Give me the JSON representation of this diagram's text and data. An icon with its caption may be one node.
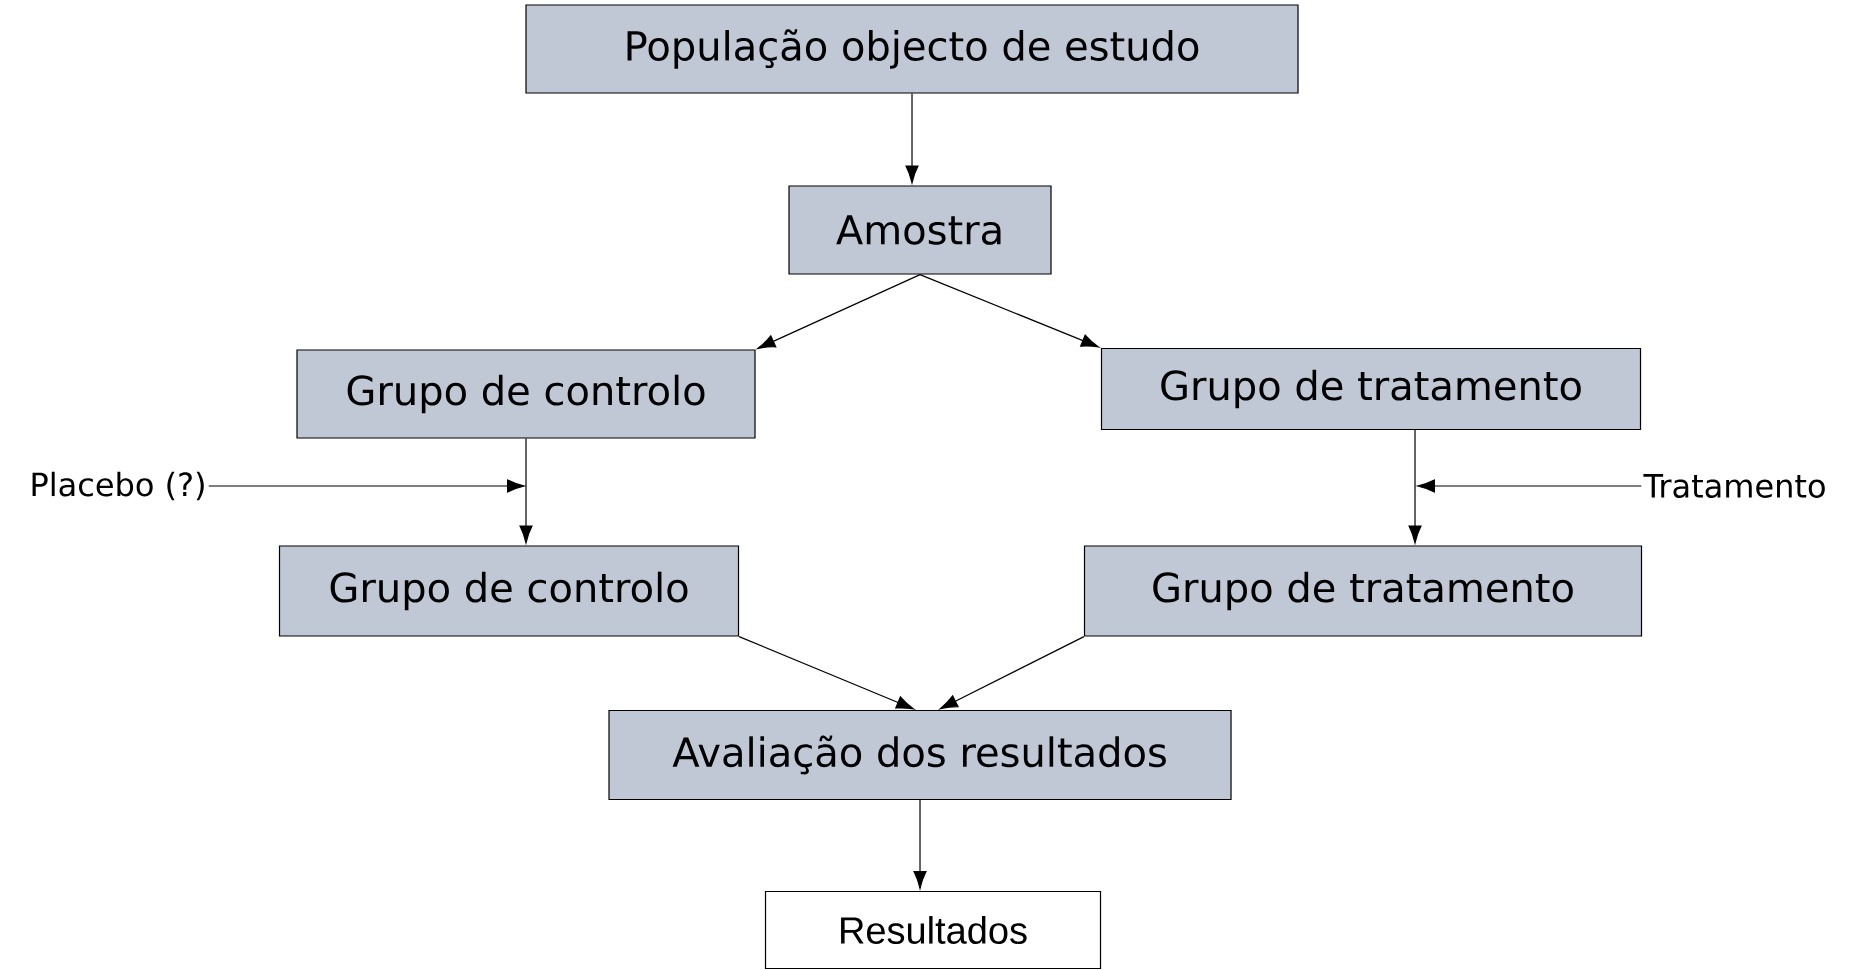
{
  "diagram": {
    "nodes": [
      {
        "text": [
          "População objecto de estudo"
        ]
      },
      {
        "text": [
          "Amostra"
        ]
      },
      {
        "text": [
          "Grupo de controlo"
        ]
      },
      {
        "text": [
          "Grupo de tratamento"
        ]
      },
      {
        "text": [
          "Placebo (?)"
        ]
      },
      {
        "text": [
          "Tratamento"
        ]
      },
      {
        "text": [
          "Grupo de controlo"
        ]
      },
      {
        "text": [
          "Grupo de tratamento"
        ]
      },
      {
        "text": [
          "Avaliação dos resultados"
        ]
      },
      {
        "text": [
          "Resultados"
        ]
      }
    ],
    "edges": [
      {
        "from": 0,
        "to": 1,
        "arrow": "to"
      },
      {
        "from": 1,
        "to": 2,
        "arrow": "to"
      },
      {
        "from": 1,
        "to": 3,
        "arrow": "to"
      },
      {
        "from": 2,
        "to": 6,
        "arrow": "to"
      },
      {
        "from": 3,
        "to": 7,
        "arrow": "to"
      },
      {
        "from": 4,
        "to": null,
        "arrow": "to"
      },
      {
        "from": 5,
        "to": null,
        "arrow": "to"
      },
      {
        "from": 6,
        "to": 8,
        "arrow": "to"
      },
      {
        "from": 7,
        "to": 8,
        "arrow": "to"
      },
      {
        "from": 8,
        "to": 9,
        "arrow": "to"
      }
    ]
  }
}
